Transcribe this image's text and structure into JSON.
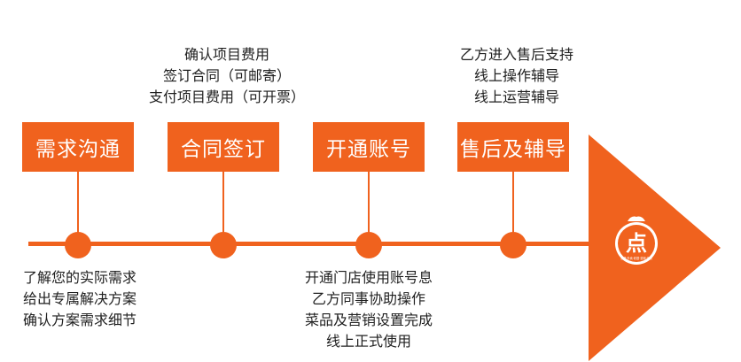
{
  "steps": [
    {
      "label": "需求沟通"
    },
    {
      "label": "合同签订"
    },
    {
      "label": "开通账号"
    },
    {
      "label": "售后及辅导"
    }
  ],
  "notes": {
    "contract_top": [
      "确认项目费用",
      "签订合同（可邮寄）",
      "支付项目费用（可开票）"
    ],
    "support_top": [
      "乙方进入售后支持",
      "线上操作辅导",
      "线上运营辅导"
    ],
    "requirement_bottom": [
      "了解您的实际需求",
      "给出专属解决方案",
      "确认方案需求细节"
    ],
    "account_bottom": [
      "开通门店使用账号息",
      "乙方同事协助操作",
      "菜品及营销设置完成",
      "线上正式使用"
    ]
  },
  "logo": {
    "character": "点",
    "caption": "点餐·外卖·收银·营销·会员"
  },
  "colors": {
    "accent": "#f0621e",
    "text": "#1f1f1f"
  }
}
